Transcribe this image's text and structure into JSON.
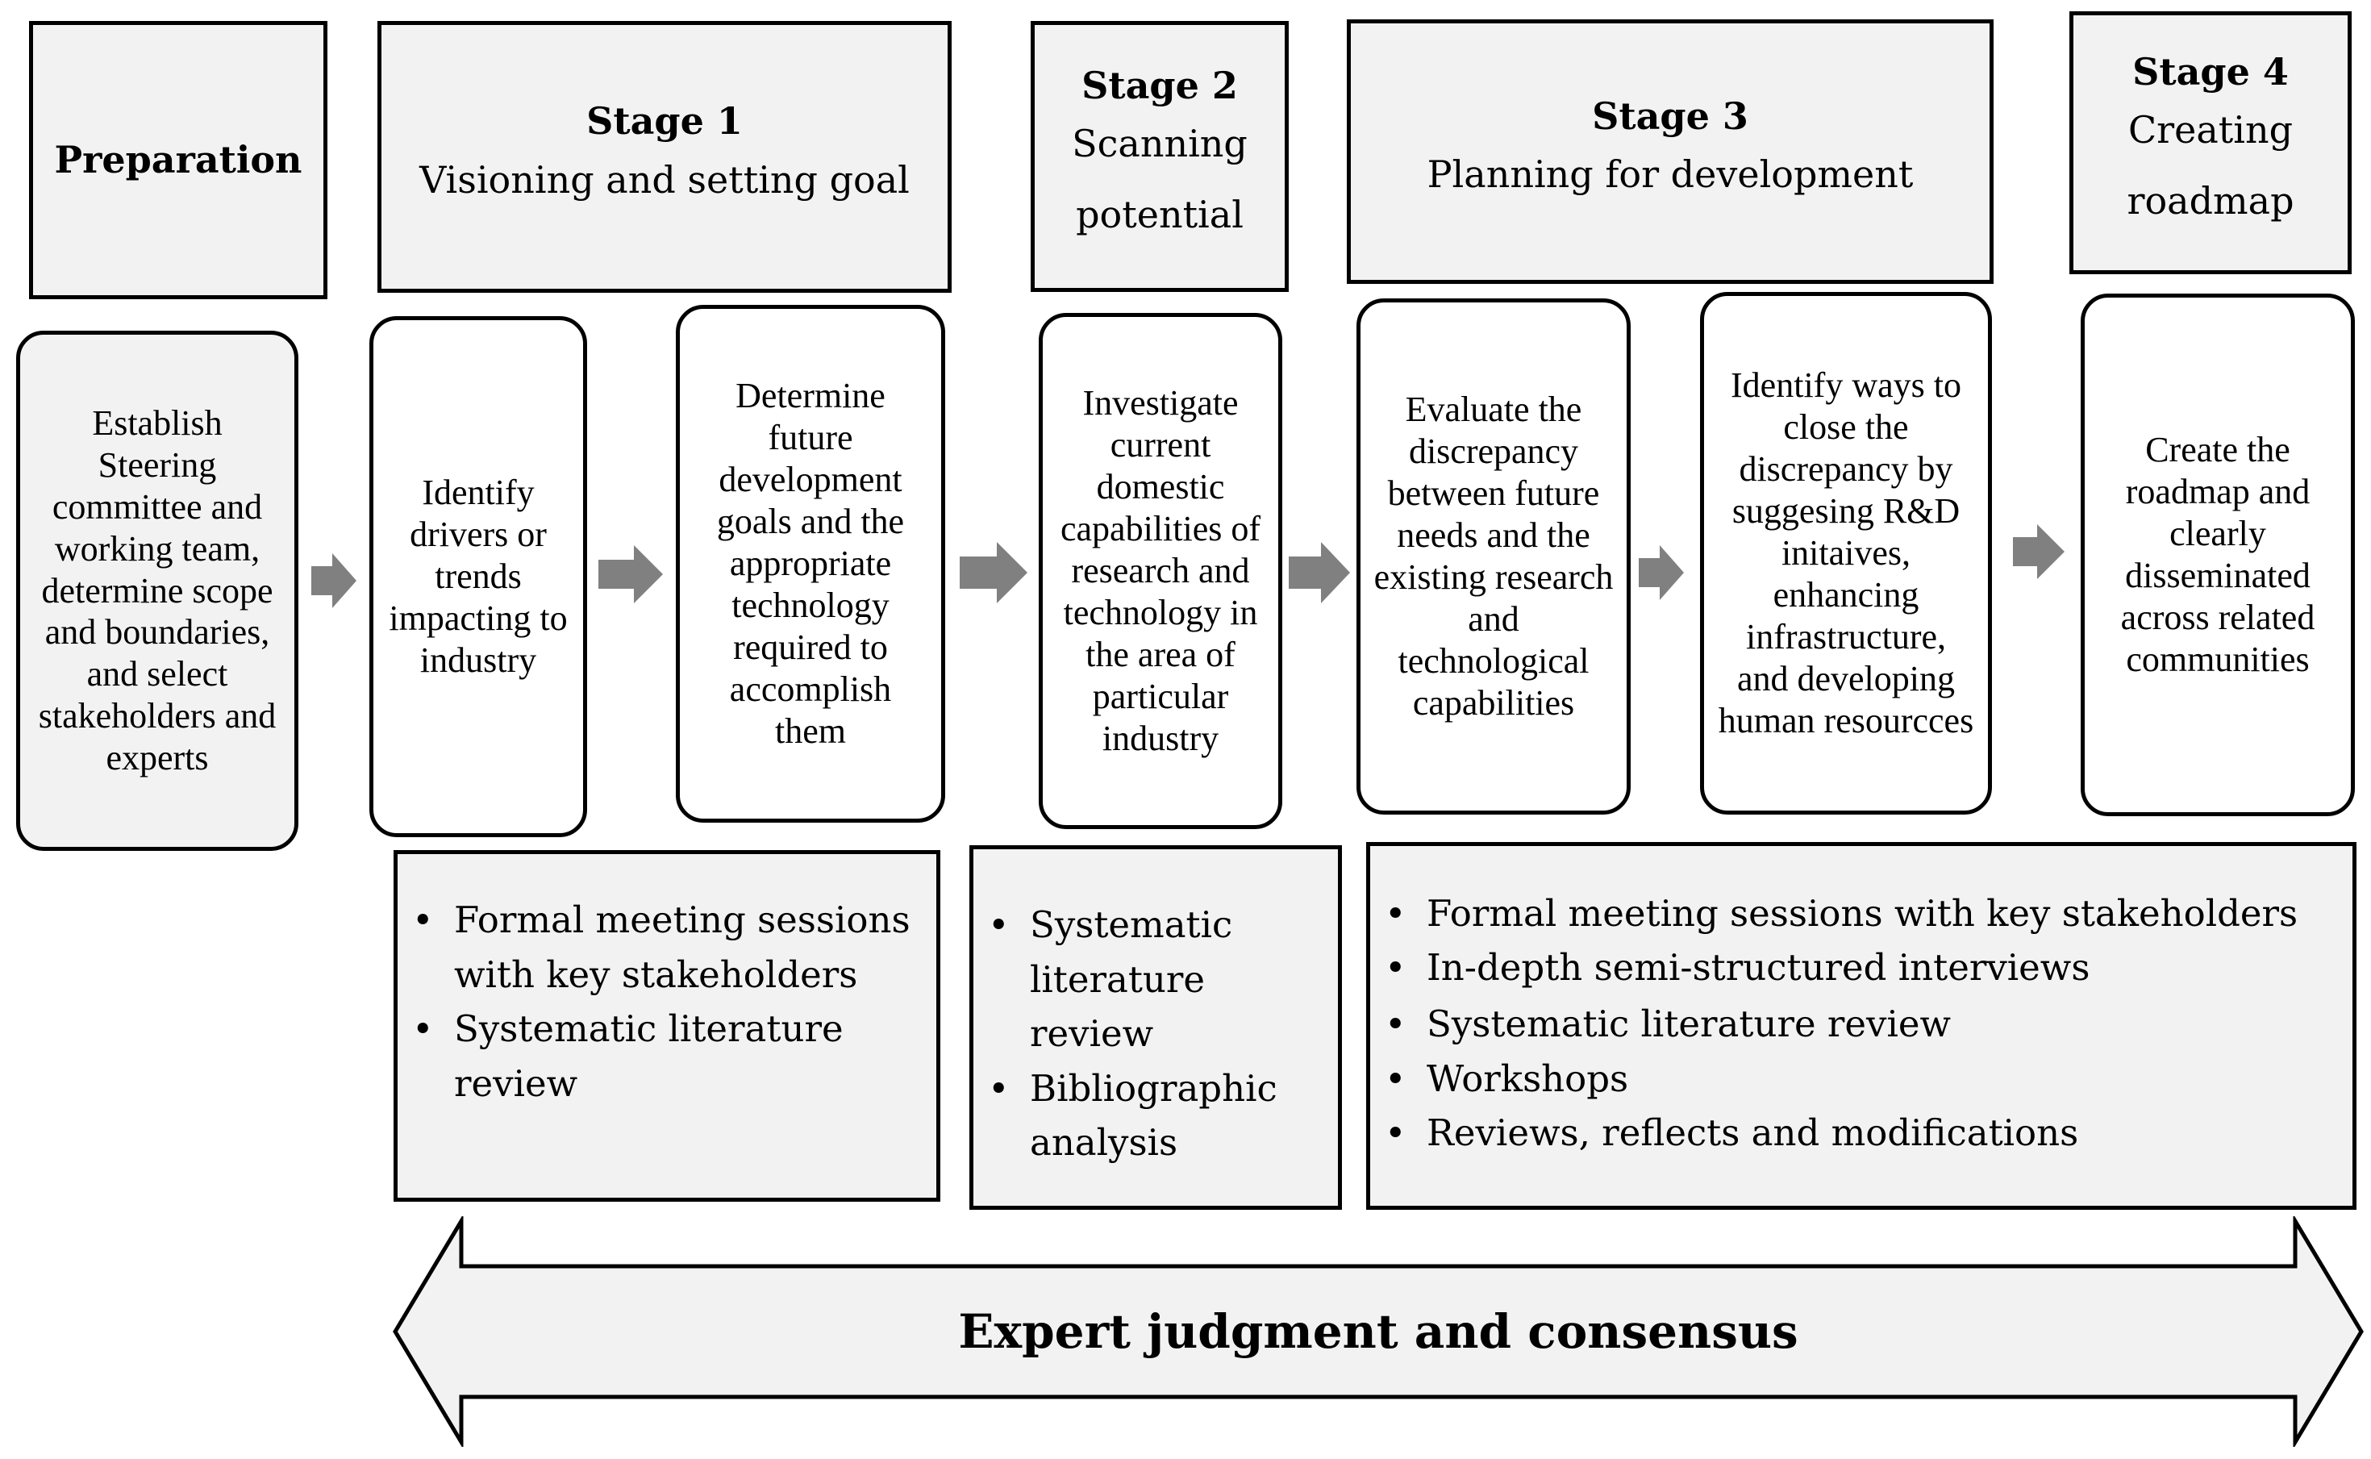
{
  "headers": {
    "preparation": {
      "title": "Preparation"
    },
    "stage1": {
      "title": "Stage 1",
      "subtitle": "Visioning and setting goal"
    },
    "stage2": {
      "title": "Stage 2",
      "subtitle": "Scanning potential"
    },
    "stage3": {
      "title": "Stage 3",
      "subtitle": "Planning for development"
    },
    "stage4": {
      "title": "Stage 4",
      "subtitle": "Creating roadmap"
    }
  },
  "steps": [
    "Establish Steering committee and working team, determine scope and boundaries, and select stakeholders and experts",
    "Identify drivers or trends impacting to industry",
    "Determine future development goals and the appropriate technology required to accomplish them",
    "Investigate current domestic capabilities of research and technology in the area of particular industry",
    "Evaluate the discrepancy between future needs and the existing research and technological capabilities",
    "Identify ways to close the discrepancy by suggesing R&D initaives, enhancing infrastructure, and developing human resourcces",
    "Create the roadmap and clearly disseminated across related communities"
  ],
  "methods": {
    "stage1": [
      "Formal meeting sessions with key stakeholders",
      "Systematic literature review"
    ],
    "stage2": [
      "Systematic literature review",
      "Bibliographic analysis"
    ],
    "stage3": [
      "Formal meeting sessions with key stakeholders",
      "In-depth semi-structured interviews",
      "Systematic literature review",
      "Workshops",
      "Reviews, reflects and modifications"
    ]
  },
  "bottom_arrow": {
    "label": "Expert judgment and consensus"
  },
  "colors": {
    "box_fill": "#f2f2f2",
    "border": "#000000",
    "arrow": "#808080"
  }
}
